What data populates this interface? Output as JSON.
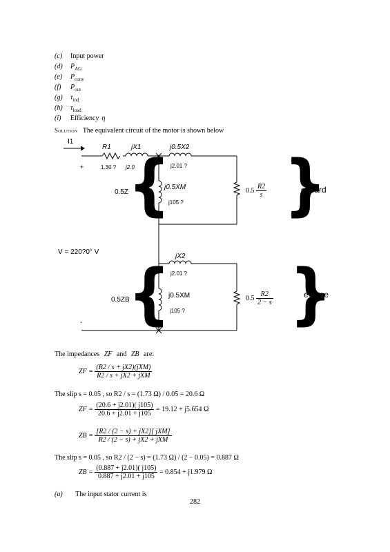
{
  "list": [
    {
      "label": "(c)",
      "text": "Input power"
    },
    {
      "label": "(d)",
      "sym": "P",
      "sub": "AG"
    },
    {
      "label": "(e)",
      "sym": "P",
      "sub": "conv"
    },
    {
      "label": "(f)",
      "sym": "P",
      "sub": "out"
    },
    {
      "label": "(g)",
      "sym": "τ",
      "sub": "ind"
    },
    {
      "label": "(h)",
      "sym": "τ",
      "sub": "load"
    },
    {
      "label": "(i)",
      "text": "Efficiency",
      "sym": "η"
    }
  ],
  "solution": {
    "heading": "Solution",
    "text": "The equivalent circuit of the motor is shown below"
  },
  "circuit": {
    "i1": "I1",
    "r1": "R1",
    "jx1": "jX1",
    "jx2_top": "j0.5X2",
    "r1_val": "1.30 ?",
    "jx1_val": "j2.0",
    "jx2_val": "j2.01 ?",
    "plus": "+",
    "minus": "-",
    "zf": "0.5Z",
    "xm_top": "j0.5XM",
    "xm_val_top": "j105 ?",
    "r2f_pre": "0.5",
    "r2f_num": "R2",
    "r2f_den": "s",
    "forward": "orward",
    "v": "V = 220?0° V",
    "jx2_bot": "jX2",
    "jx2_val_bot": "j2.01 ?",
    "zb": "0.5ZB",
    "xm_bot": "j0.5XM",
    "xm_val_bot": "j105 ?",
    "r2b_pre": "0.5",
    "r2b_num": "R2",
    "r2b_den": "2 − s",
    "reverse": "everse"
  },
  "eqs": {
    "intro": "The impedances",
    "intro_zf": "ZF",
    "intro_and": "and",
    "intro_zb": "ZB",
    "intro_are": "are:",
    "zf_lhs": "ZF =",
    "zf_num": "(R2 / s + jX2)(jXM)",
    "zf_den": "R2 / s + jX2 + jXM",
    "slip1": "The slip  s = 0.05 , so  R2 / s = (1.73 Ω) / 0.05 = 20.6 Ω",
    "zf2_lhs": "ZF =",
    "zf2_num": "(20.6 + j2.01)( j105)",
    "zf2_den": "20.6 + j2.01 + j105",
    "zf2_rhs": "= 19.12 + j5.654 Ω",
    "zb_lhs": "ZB =",
    "zb_num": "[R2 / (2 − s) + jX2][ jXM]",
    "zb_den": "R2 / (2 − s) + jX2 + jXM",
    "slip2": "The slip  s = 0.05 , so  R2 / (2 − s) = (1.73 Ω) / (2 − 0.05) = 0.887 Ω",
    "zb2_lhs": "ZB =",
    "zb2_num": "(0.887 + j2.01)( j105)",
    "zb2_den": "0.887 + j2.01 + j105",
    "zb2_rhs": "= 0.854 + j1.979 Ω",
    "a_label": "(a)",
    "a_text": "The input stator current is"
  },
  "page_number": "282"
}
